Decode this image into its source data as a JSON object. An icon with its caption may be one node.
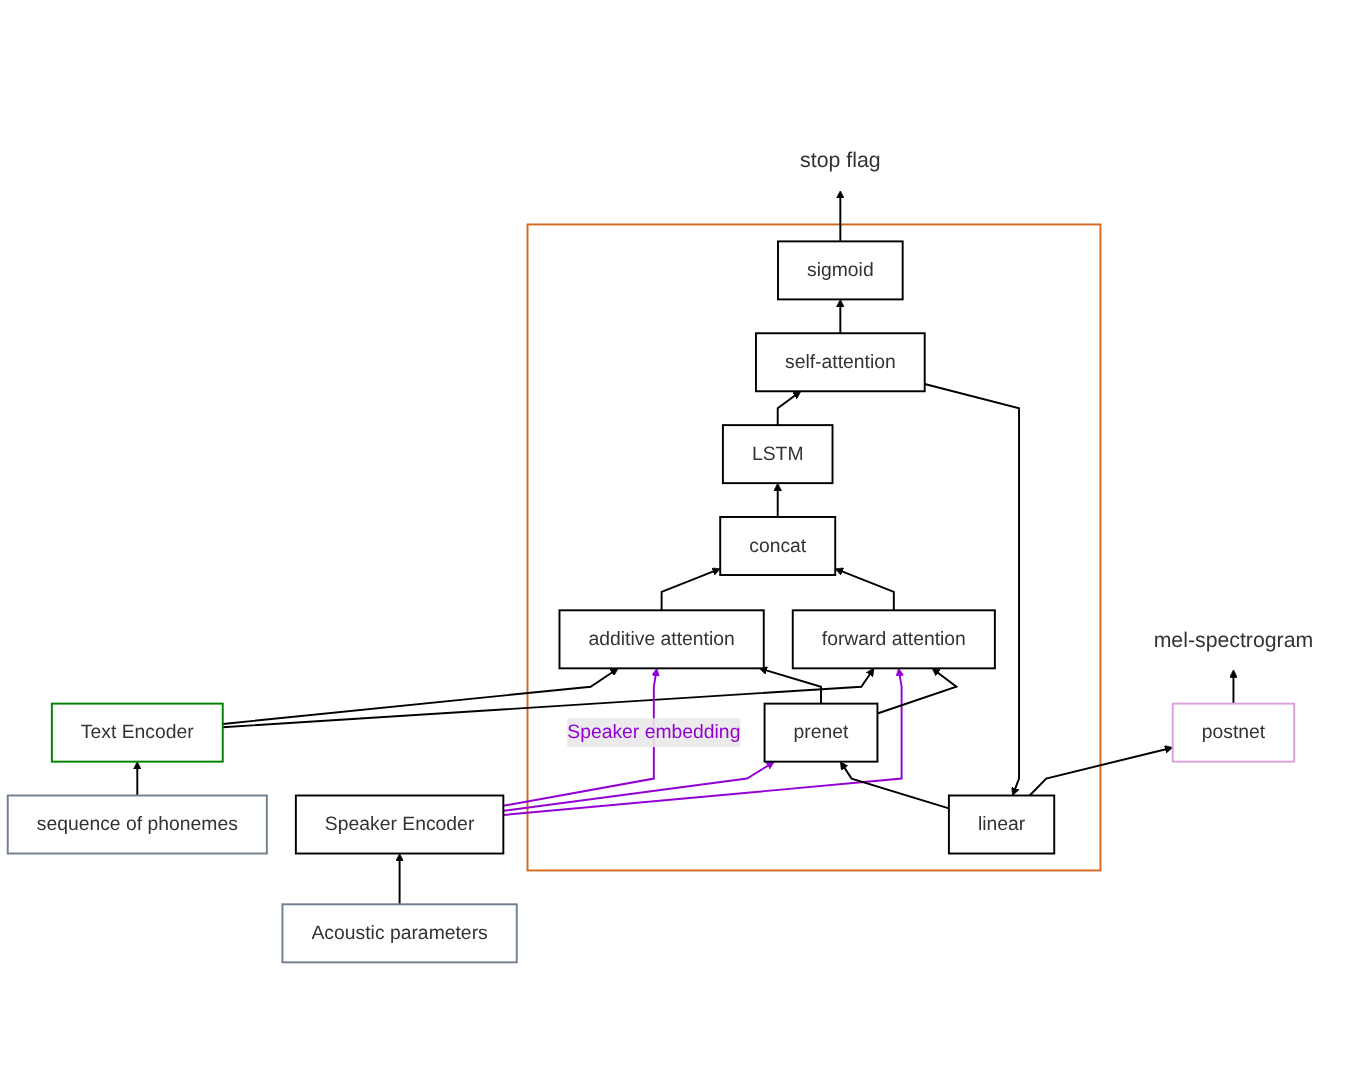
{
  "diagram": {
    "nodes": [
      {
        "text": [
          "stop flag"
        ]
      },
      {
        "text": [
          "postnet"
        ]
      },
      {
        "text": [
          "mel-spectrogram"
        ]
      },
      {
        "text": [],
        "shape": "box"
      },
      {
        "text": [
          "sigmoid"
        ],
        "in": 3
      },
      {
        "text": [
          "linear"
        ],
        "in": 3
      },
      {
        "text": [
          "self-attention"
        ],
        "in": 3
      },
      {
        "text": [
          "LSTM"
        ],
        "in": 3
      },
      {
        "text": [
          "concat"
        ],
        "in": 3
      },
      {
        "text": [
          "additive attention"
        ],
        "in": 3
      },
      {
        "text": [
          "forward attention"
        ],
        "in": 3
      },
      {
        "text": [
          "prenet"
        ],
        "in": 3
      },
      {
        "text": [
          "Text Encoder"
        ]
      },
      {
        "text": [
          "Speaker Encoder"
        ]
      },
      {
        "text": [
          "sequence of phonemes"
        ]
      },
      {
        "text": [
          "Acoustic parameters"
        ]
      }
    ],
    "edges": [
      {
        "from": 14,
        "to": 12,
        "arrow": "to"
      },
      {
        "from": 15,
        "to": 13,
        "arrow": "to"
      },
      {
        "from": 12,
        "to": 9,
        "arrow": "to"
      },
      {
        "from": 12,
        "to": 10,
        "arrow": "to"
      },
      {
        "from": 13,
        "to": 9,
        "arrow": "to",
        "label": "Speaker embedding",
        "color": "#9400d3"
      },
      {
        "from": 13,
        "to": 11,
        "arrow": "to",
        "color": "#9400d3"
      },
      {
        "from": 13,
        "to": 10,
        "arrow": "to",
        "color": "#9400d3"
      },
      {
        "from": 11,
        "to": 9,
        "arrow": "to"
      },
      {
        "from": 11,
        "to": 10,
        "arrow": "to"
      },
      {
        "from": 9,
        "to": 8,
        "arrow": "to"
      },
      {
        "from": 10,
        "to": 8,
        "arrow": "to"
      },
      {
        "from": 8,
        "to": 7,
        "arrow": "to"
      },
      {
        "from": 7,
        "to": 6,
        "arrow": "to"
      },
      {
        "from": 6,
        "to": 4,
        "arrow": "to"
      },
      {
        "from": 6,
        "to": 5,
        "arrow": "to"
      },
      {
        "from": 4,
        "to": 0,
        "arrow": "to"
      },
      {
        "from": 5,
        "to": 1,
        "arrow": "to"
      },
      {
        "from": 1,
        "to": 2,
        "arrow": "to"
      },
      {
        "from": 5,
        "to": 11,
        "arrow": "to"
      }
    ]
  }
}
